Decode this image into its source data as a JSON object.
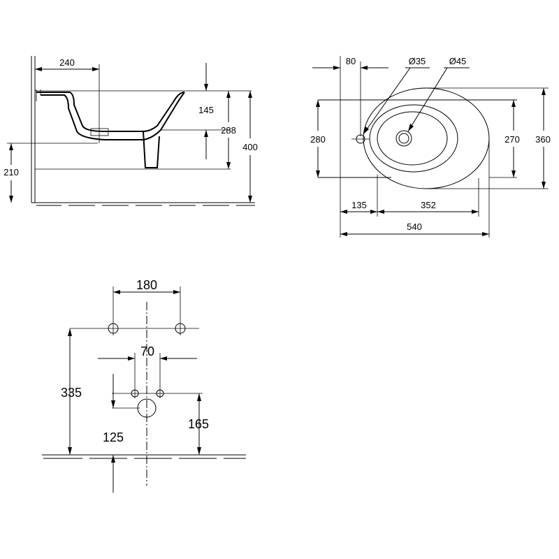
{
  "side_view": {
    "dims": {
      "width_240": "240",
      "height_145": "145",
      "height_288": "288",
      "height_400": "400",
      "height_210": "210"
    }
  },
  "top_view": {
    "dims": {
      "offset_80": "80",
      "diameter_35": "Ø35",
      "diameter_45": "Ø45",
      "width_280": "280",
      "width_270": "270",
      "width_360": "360",
      "length_135": "135",
      "length_352": "352",
      "length_540": "540"
    }
  },
  "front_view": {
    "dims": {
      "spacing_180": "180",
      "spacing_70": "70",
      "height_335": "335",
      "height_125": "125",
      "height_165": "165"
    }
  }
}
